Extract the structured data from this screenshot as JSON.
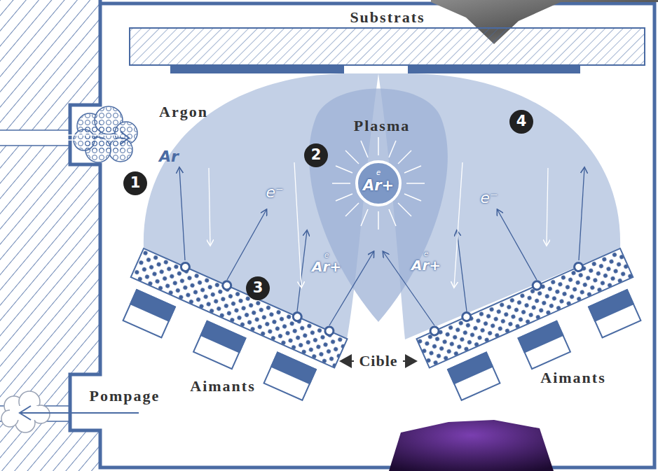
{
  "diagram": {
    "labels": [
      "Substrats",
      "Argon",
      "Ar",
      "1",
      "Plasma",
      "2",
      "e",
      "Ar+",
      "e⁻",
      "e⁻",
      "e",
      "Ar+",
      "e",
      "Ar+",
      "3",
      "4",
      "Cible",
      "Aimants",
      "Aimants",
      "Pompage"
    ]
  }
}
